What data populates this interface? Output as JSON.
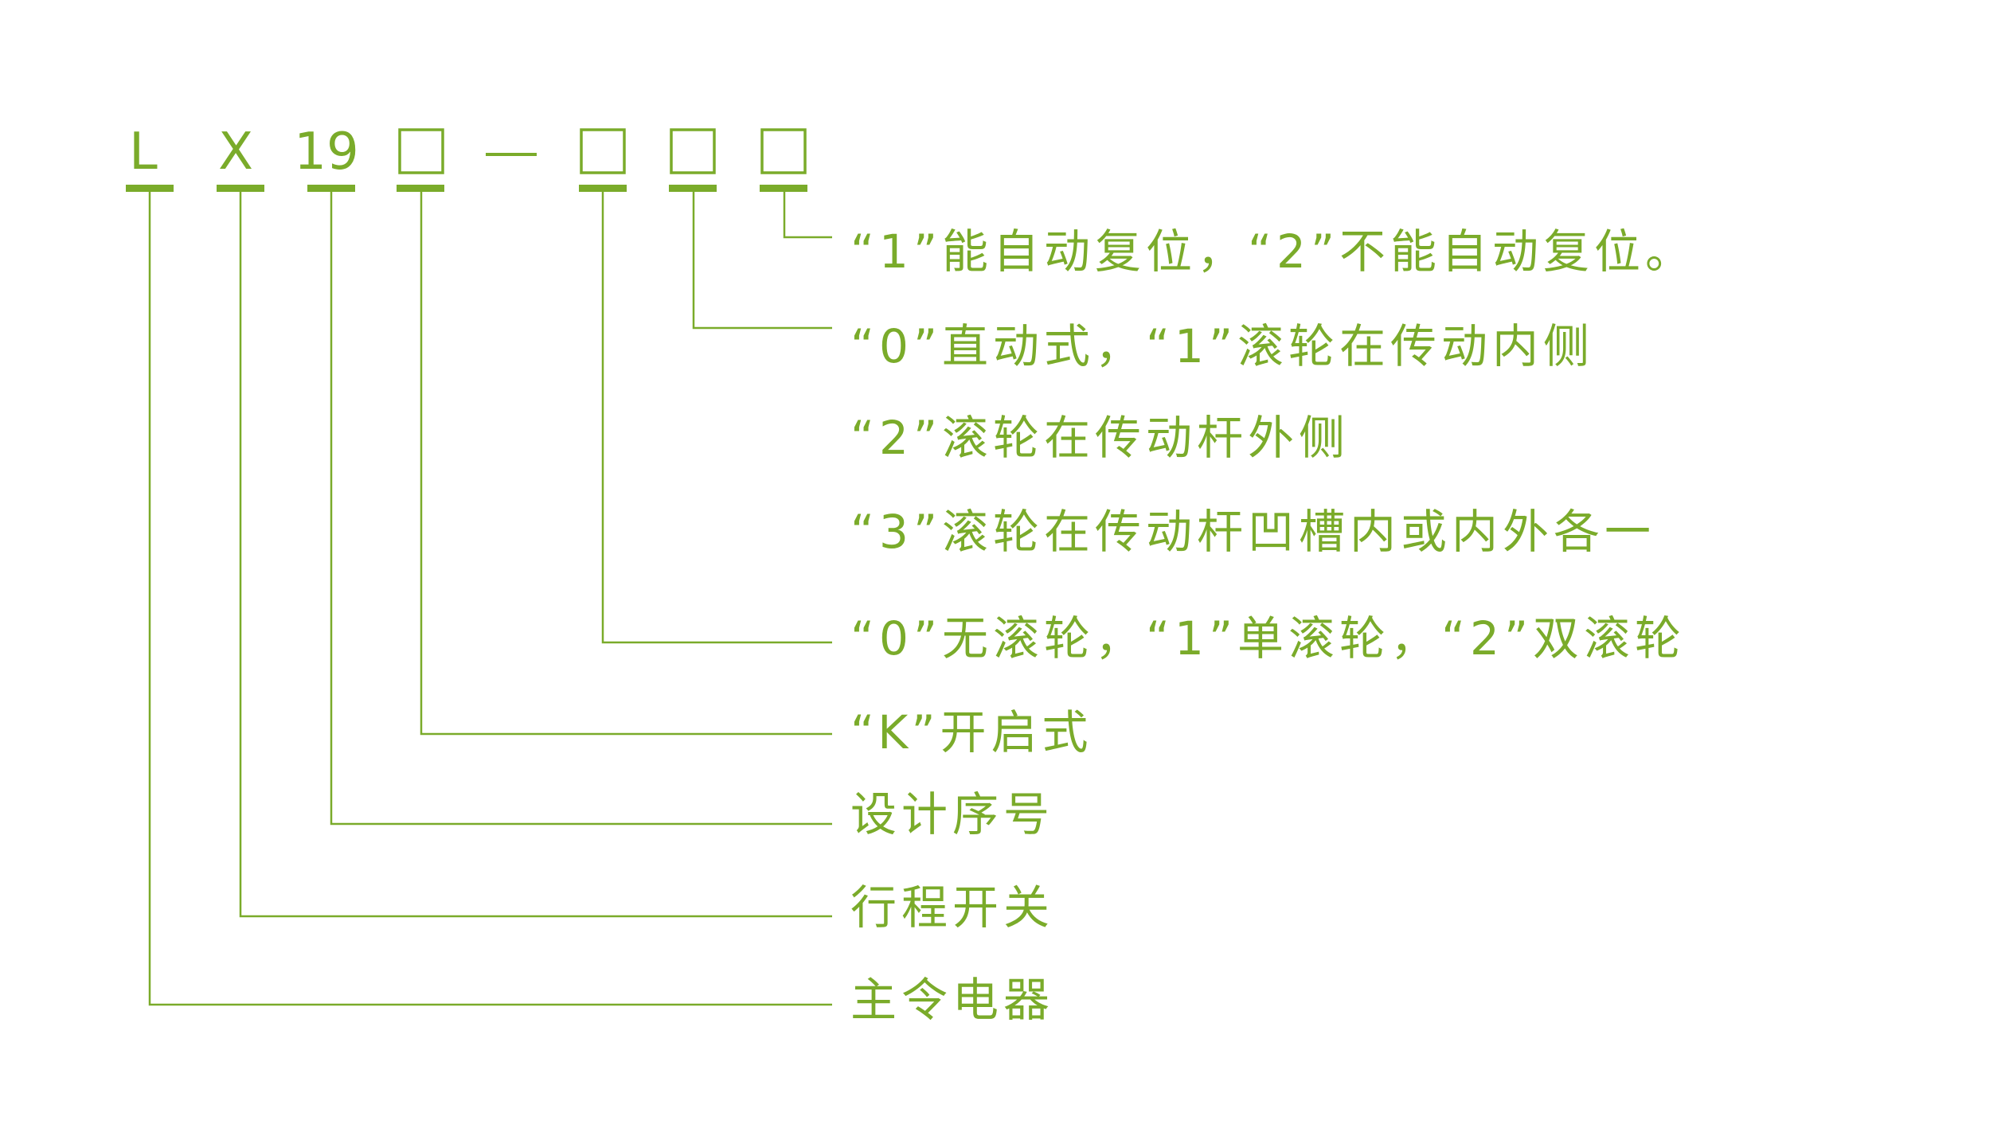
{
  "colors": {
    "accent": "#7aab2a"
  },
  "code": {
    "L": "L",
    "X": "X",
    "num": "19",
    "dash": "—"
  },
  "labels": {
    "l1": "“1”能自动复位，“2”不能自动复位。",
    "l2": "“0”直动式，“1”滚轮在传动内侧",
    "l3": "“2”滚轮在传动杆外侧",
    "l4": "“3”滚轮在传动杆凹槽内或内外各一",
    "l5": "“0”无滚轮，“1”单滚轮，“2”双滚轮",
    "l6": "“K”开启式",
    "l7": "设计序号",
    "l8": "行程开关",
    "l9": "主令电器"
  }
}
